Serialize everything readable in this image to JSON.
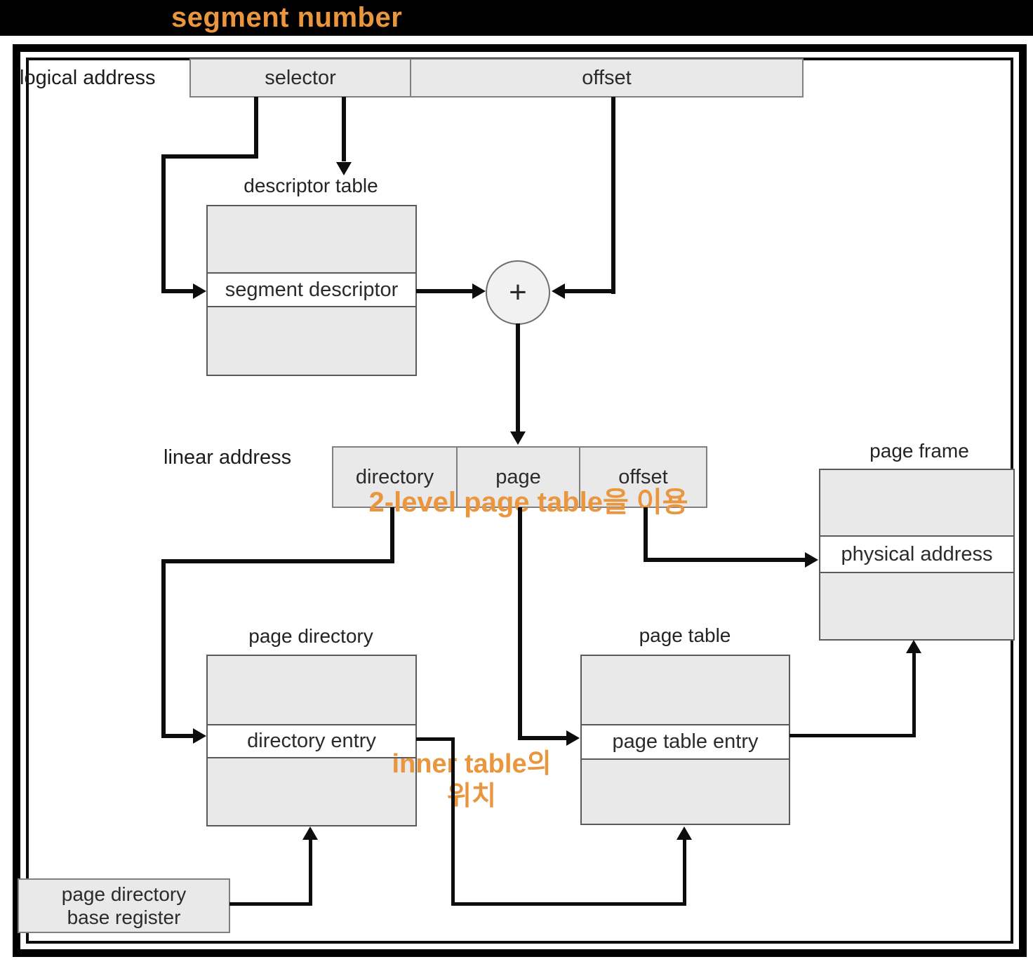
{
  "annotations": {
    "segment_number": "segment number",
    "two_level_note": "2-level page table을 이용",
    "inner_table_note_line1": "inner table의",
    "inner_table_note_line2": "위치"
  },
  "logical_address": {
    "label": "logical address",
    "fields": {
      "selector": "selector",
      "offset": "offset"
    }
  },
  "descriptor_table": {
    "title": "descriptor table",
    "entry": "segment descriptor"
  },
  "adder": {
    "symbol": "+"
  },
  "linear_address": {
    "label": "linear address",
    "fields": {
      "directory": "directory",
      "page": "page",
      "offset": "offset"
    }
  },
  "page_frame": {
    "title": "page frame",
    "entry": "physical address"
  },
  "page_directory": {
    "title": "page directory",
    "entry": "directory entry"
  },
  "page_table": {
    "title": "page table",
    "entry": "page table entry"
  },
  "base_register": {
    "line1": "page directory",
    "line2": "base register"
  },
  "colors": {
    "box_fill": "#e9e9e9",
    "connector": "#0d0d0d",
    "accent_orange": "#EA963E"
  }
}
